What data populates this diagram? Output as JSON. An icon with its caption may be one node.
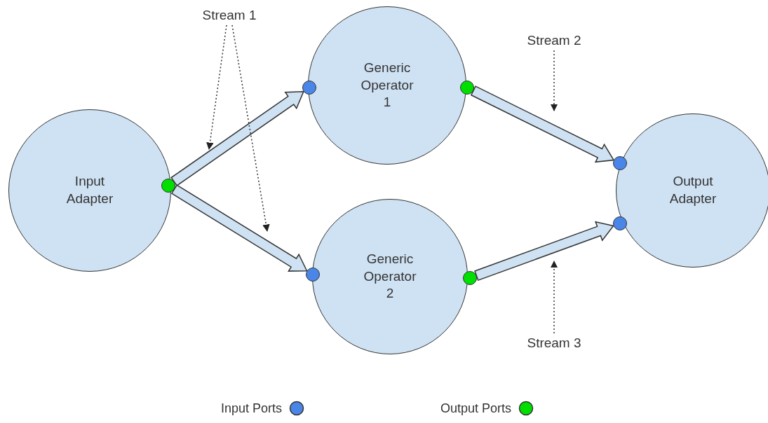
{
  "diagram": {
    "nodes": [
      {
        "text": [
          "Stream 1"
        ]
      },
      {
        "text": [
          "Stream 2"
        ]
      },
      {
        "text": [
          "Input Adapter"
        ]
      },
      {
        "text": [],
        "shape": "circle"
      },
      {
        "text": [
          "Generic Operator 1"
        ]
      },
      {
        "text": [],
        "shape": "circle"
      },
      {
        "text": [],
        "shape": "circle"
      },
      {
        "text": [
          "Generic Operator 2"
        ]
      },
      {
        "text": [],
        "shape": "circle"
      },
      {
        "text": [],
        "shape": "circle"
      },
      {
        "text": [
          "Output Adapter"
        ]
      },
      {
        "text": [],
        "shape": "circle"
      },
      {
        "text": [],
        "shape": "circle"
      },
      {
        "text": [
          "Stream 3"
        ]
      }
    ],
    "edges": [
      {
        "from": 3,
        "to": 5,
        "arrow": "to"
      },
      {
        "from": 3,
        "to": 8,
        "arrow": "to"
      },
      {
        "from": 6,
        "to": 11,
        "arrow": "to"
      },
      {
        "from": 9,
        "to": 12,
        "arrow": "to"
      },
      {
        "from": 0,
        "to": null,
        "arrow": "to",
        "style": "dashed"
      },
      {
        "from": 0,
        "to": null,
        "arrow": "to",
        "style": "dashed"
      },
      {
        "from": 1,
        "to": null,
        "arrow": "to",
        "style": "dashed"
      },
      {
        "from": 13,
        "to": null,
        "arrow": "to",
        "style": "dashed"
      }
    ],
    "legend": [
      {
        "text": "Input Ports",
        "color": "#4a86e8"
      },
      {
        "text": "Output Ports",
        "color": "#00e000"
      }
    ]
  }
}
